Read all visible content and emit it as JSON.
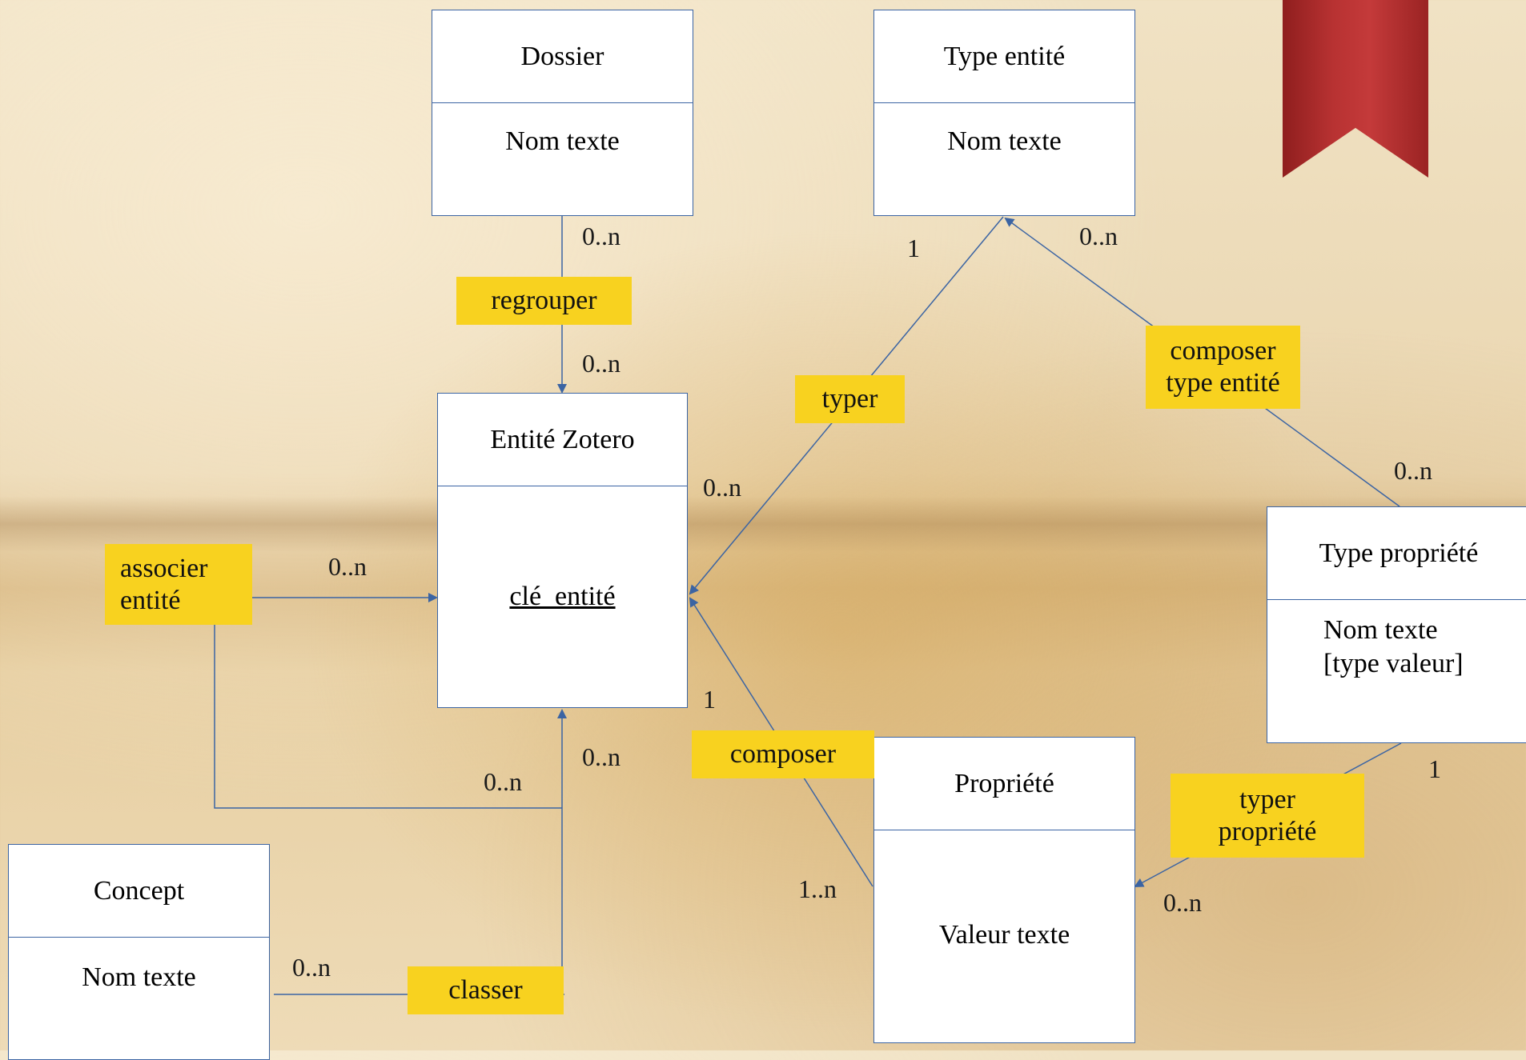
{
  "entities": {
    "dossier": {
      "title": "Dossier",
      "attr": "Nom texte"
    },
    "type_entite": {
      "title": "Type entité",
      "attr": "Nom texte"
    },
    "entite_zotero": {
      "title": "Entité Zotero",
      "attr": "clé_entité"
    },
    "type_propriete": {
      "title": "Type propriété",
      "attr1": "Nom texte",
      "attr2": "[type valeur]"
    },
    "propriete": {
      "title": "Propriété",
      "attr": "Valeur texte"
    },
    "concept": {
      "title": "Concept",
      "attr": "Nom texte"
    }
  },
  "relations": {
    "regrouper": "regrouper",
    "typer": "typer",
    "composer_type_1": "composer",
    "composer_type_2": "type entité",
    "associer_1": "associer",
    "associer_2": "entité",
    "composer": "composer",
    "typer_prop_1": "typer",
    "typer_prop_2": "propriété",
    "classer": "classer"
  },
  "cardinalities": {
    "dossier_regrouper": "0..n",
    "regrouper_entite": "0..n",
    "type_entite_typer": "1",
    "type_entite_composer": "0..n",
    "entite_typer": "0..n",
    "type_propriete_composer": "0..n",
    "associer_left": "0..n",
    "entite_composer": "1",
    "entite_classer": "0..n",
    "associer_loop": "0..n",
    "type_propriete_typer": "1",
    "propriete_composer": "1..n",
    "propriete_typer": "0..n",
    "concept_classer": "0..n"
  },
  "colors": {
    "line": "#3b64a3",
    "label_bg": "#f8d21f",
    "bookmark": "#b83232"
  }
}
